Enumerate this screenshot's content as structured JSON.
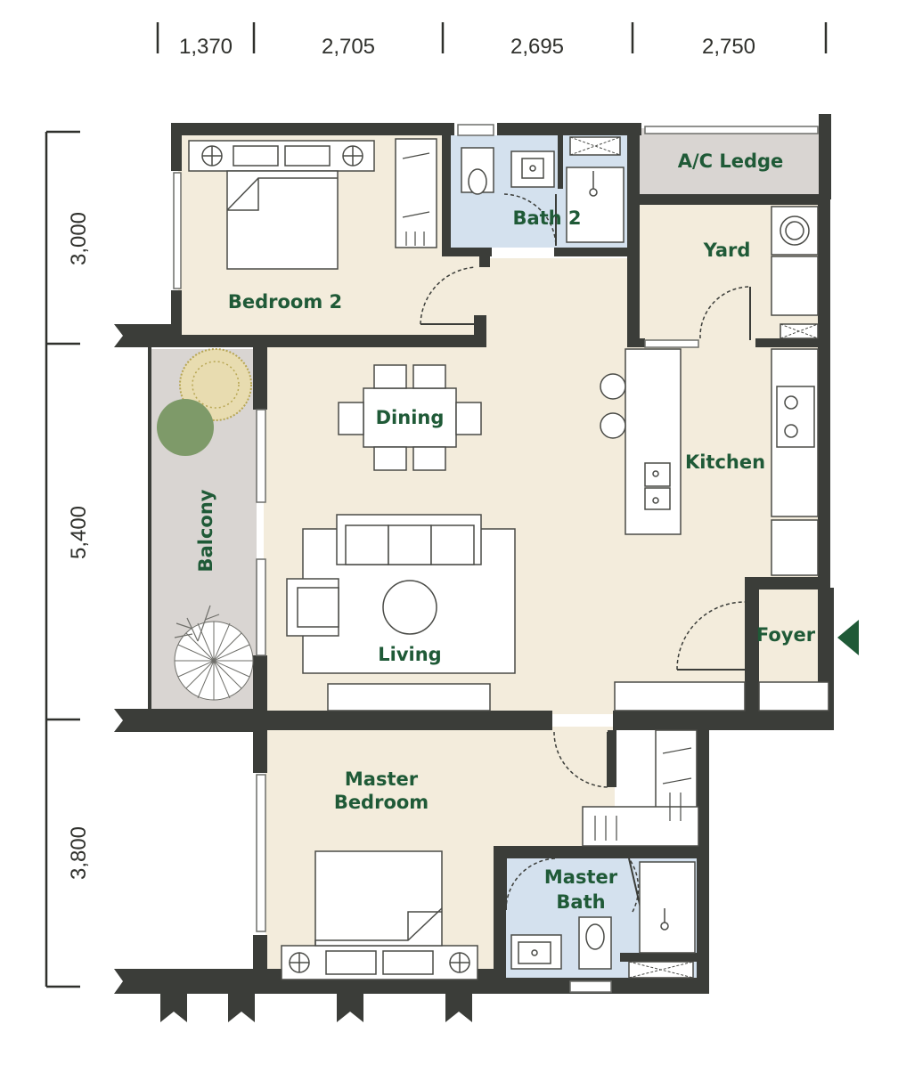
{
  "dimensions": {
    "top": [
      "1,370",
      "2,705",
      "2,695",
      "2,750"
    ],
    "left": [
      "3,000",
      "5,400",
      "3,800"
    ]
  },
  "rooms": {
    "bedroom2": "Bedroom 2",
    "bath2": "Bath 2",
    "ac_ledge": "A/C Ledge",
    "yard": "Yard",
    "dining": "Dining",
    "kitchen": "Kitchen",
    "balcony": "Balcony",
    "living": "Living",
    "foyer": "Foyer",
    "master_bedroom_line1": "Master",
    "master_bedroom_line2": "Bedroom",
    "master_bath_line1": "Master",
    "master_bath_line2": "Bath"
  },
  "colors": {
    "floor": "#f3ecdc",
    "wet_area": "#d4e1ee",
    "ledge": "#d9d5d2",
    "wall": "#3b3d39",
    "label": "#1f5a37",
    "entry_marker": "#1f5a37"
  },
  "icons": [
    "entry-arrow-icon",
    "stove-icon",
    "washing-machine-icon",
    "sink-icon",
    "toilet-icon",
    "plant-icon",
    "lamp-icon"
  ]
}
